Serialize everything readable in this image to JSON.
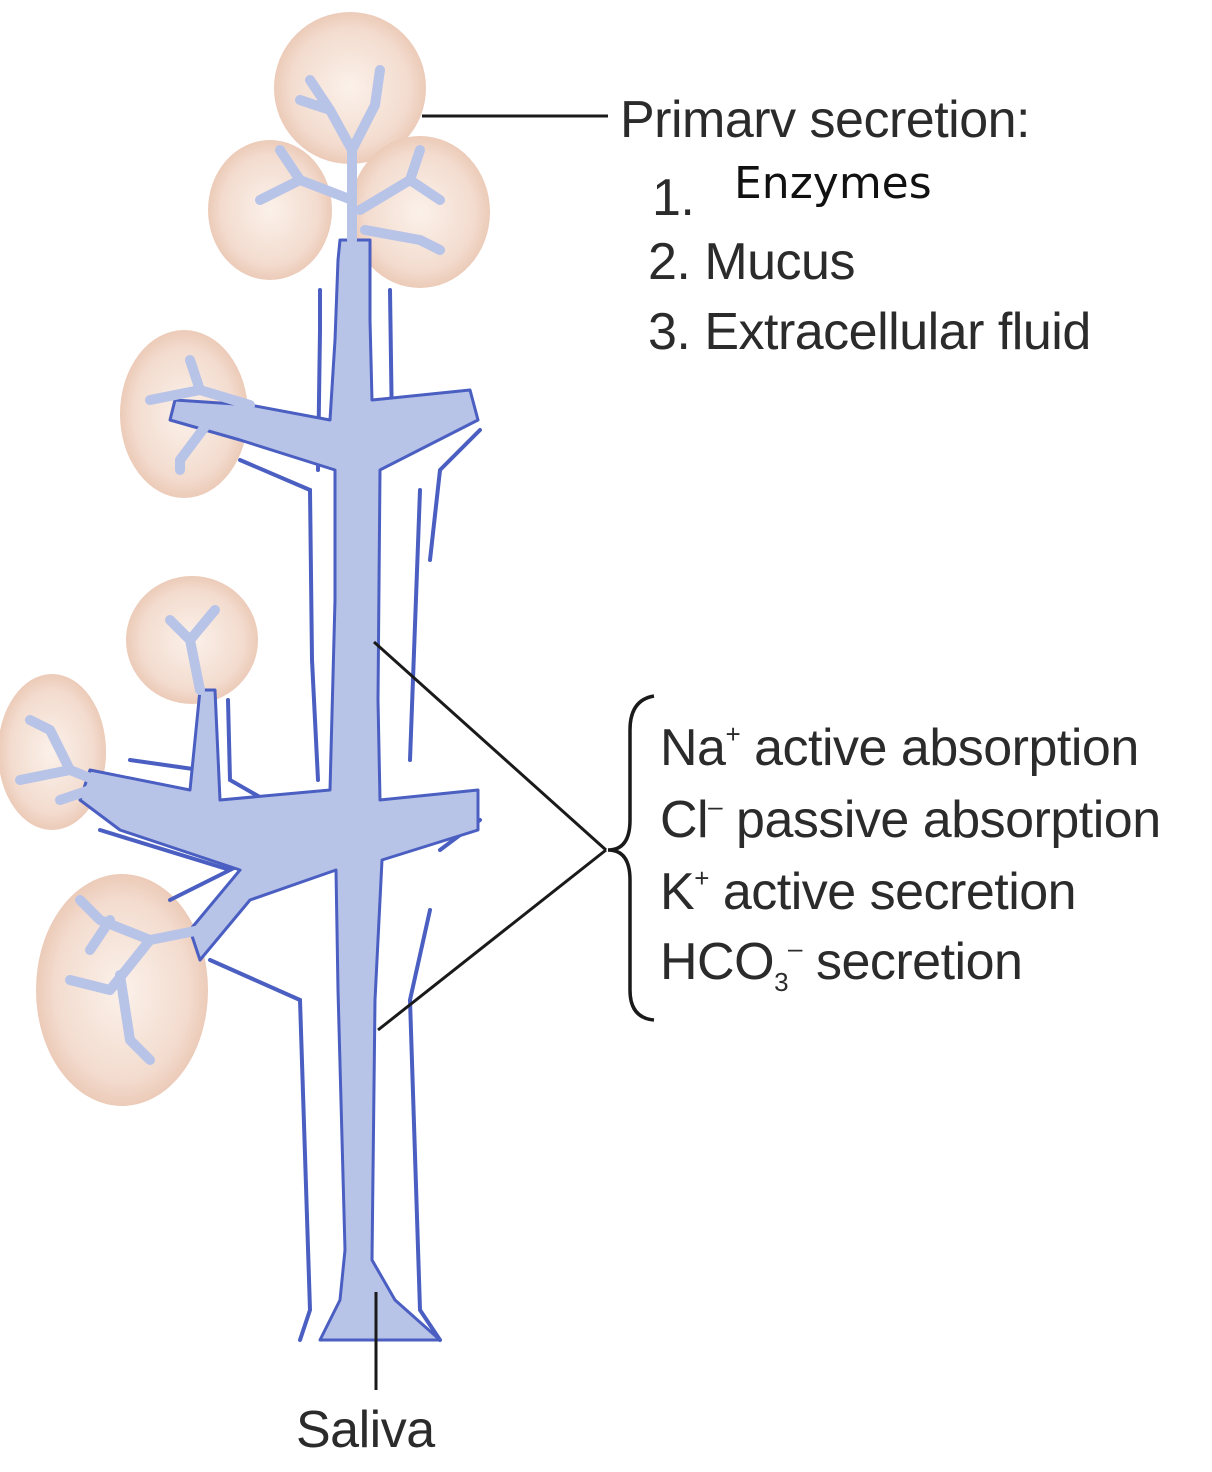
{
  "primary": {
    "title": "Primarv secretion:",
    "item1_num": "1.",
    "item1_text": "Enzymes",
    "item2": "2. Mucus",
    "item3": "3. Extracellular fluid"
  },
  "duct_processes": {
    "na_ion": "Na",
    "na_charge": "+",
    "na_text": " active absorption",
    "cl_ion": "Cl",
    "cl_charge": "–",
    "cl_text": " passive absorption",
    "k_ion": "K",
    "k_charge": "+",
    "k_text": " active secretion",
    "hco_ion": "HCO",
    "hco_sub": "3",
    "hco_charge": "–",
    "hco_text": " secretion"
  },
  "output_label": "Saliva",
  "colors": {
    "duct_fill": "#b8c3e8",
    "duct_outline": "#4a5fc1",
    "acinus_fill": "#f2d9cb",
    "leader_line": "#1a1a1a"
  }
}
